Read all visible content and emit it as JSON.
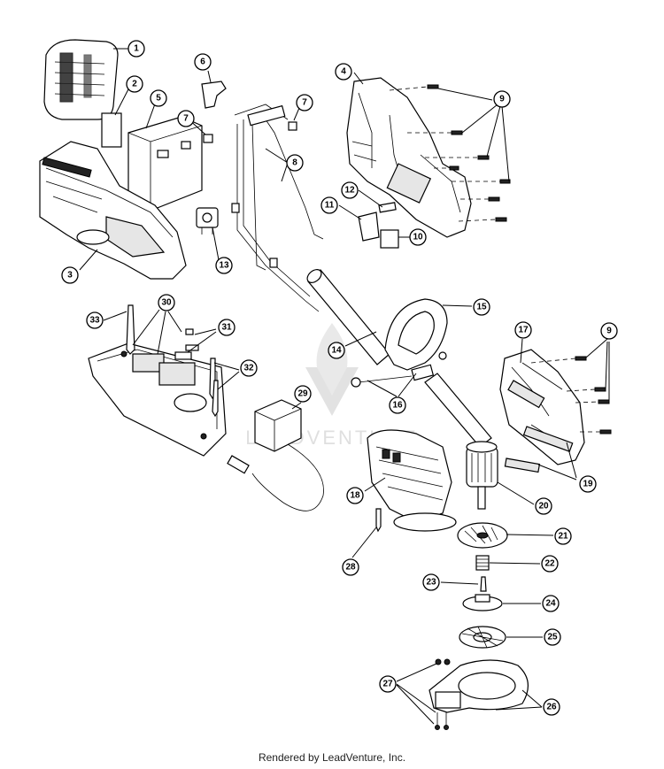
{
  "callouts": [
    "1",
    "2",
    "3",
    "4",
    "5",
    "6",
    "7",
    "7",
    "8",
    "9",
    "10",
    "11",
    "12",
    "13",
    "14",
    "15",
    "16",
    "17",
    "9",
    "18",
    "19",
    "20",
    "21",
    "22",
    "23",
    "24",
    "25",
    "26",
    "27",
    "28",
    "29",
    "30",
    "31",
    "32",
    "33"
  ],
  "watermark": "LEADVENTURE",
  "footer": "Rendered by LeadVenture, Inc."
}
